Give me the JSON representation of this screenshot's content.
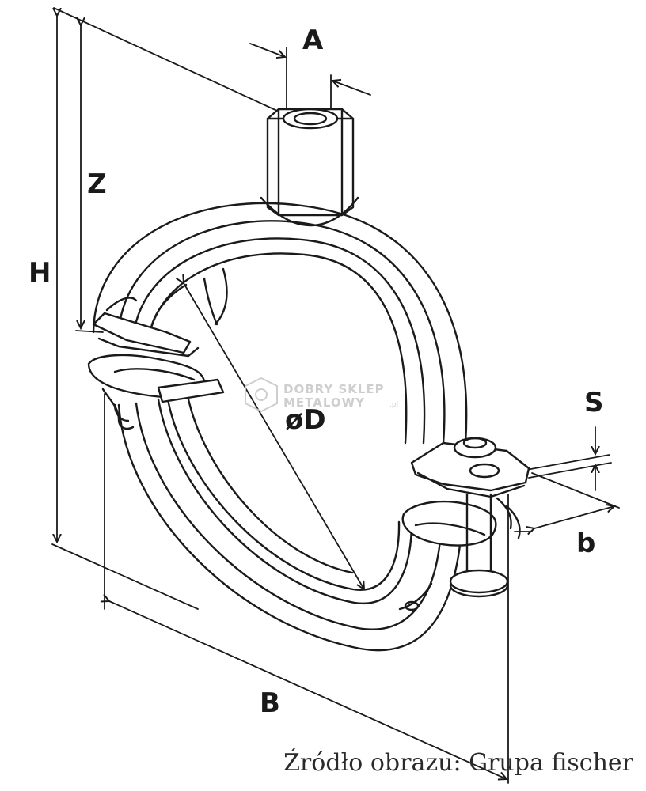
{
  "dimensions": {
    "A": "A",
    "Z": "Z",
    "H": "H",
    "D": "øD",
    "S": "S",
    "b": "b",
    "B": "B"
  },
  "watermark": {
    "line1": "DOBRY SKLEP",
    "line2": "METALOWY",
    "suffix": ".pl"
  },
  "caption": "Źródło obrazu: Grupa fischer",
  "colors": {
    "line": "#1a1a1a",
    "background": "#ffffff",
    "watermark": "#c9c9c9"
  }
}
